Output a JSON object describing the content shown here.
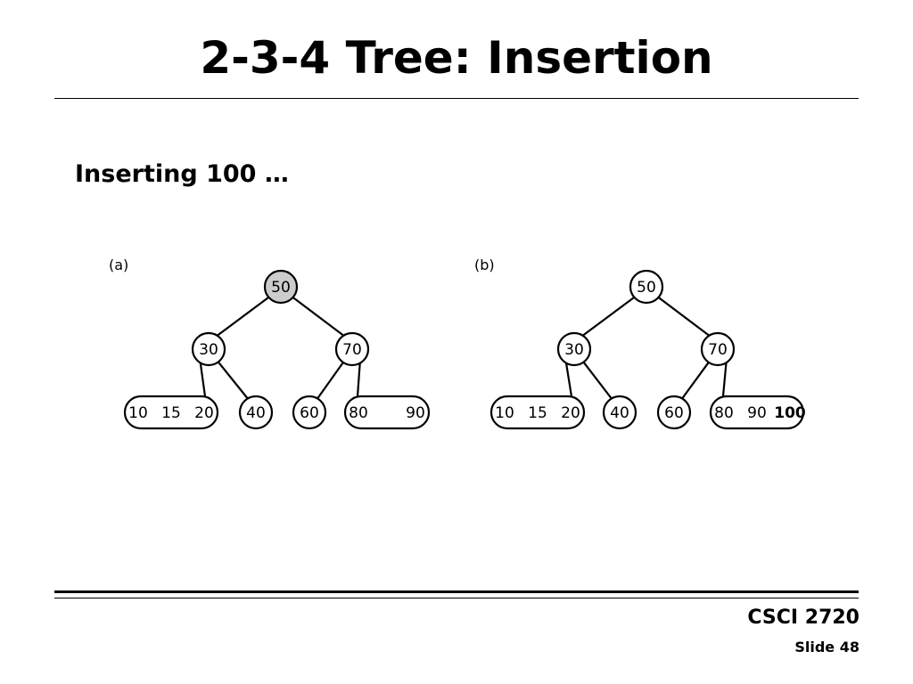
{
  "slide": {
    "title": "2-3-4 Tree: Insertion",
    "subtitle": "Inserting 100 …",
    "footer": {
      "course": "CSCI 2720",
      "slide_number": "Slide 48"
    }
  },
  "diagram": {
    "colors": {
      "stroke": "#000000",
      "highlight_fill": "#cccccc",
      "node_fill": "#ffffff"
    },
    "panels": [
      {
        "label": "(a)",
        "nodes": [
          {
            "id": "root",
            "keys": [
              "50"
            ],
            "highlighted": true,
            "bold_keys": []
          },
          {
            "id": "left",
            "keys": [
              "30"
            ],
            "highlighted": false,
            "bold_keys": []
          },
          {
            "id": "right",
            "keys": [
              "70"
            ],
            "highlighted": false,
            "bold_keys": []
          },
          {
            "id": "ll",
            "keys": [
              "10",
              "15",
              "20"
            ],
            "highlighted": false,
            "bold_keys": []
          },
          {
            "id": "lr",
            "keys": [
              "40"
            ],
            "highlighted": false,
            "bold_keys": []
          },
          {
            "id": "rl",
            "keys": [
              "60"
            ],
            "highlighted": false,
            "bold_keys": []
          },
          {
            "id": "rr",
            "keys": [
              "80",
              "90"
            ],
            "highlighted": false,
            "bold_keys": []
          }
        ],
        "edges": [
          [
            "root",
            "left"
          ],
          [
            "root",
            "right"
          ],
          [
            "left",
            "ll"
          ],
          [
            "left",
            "lr"
          ],
          [
            "right",
            "rl"
          ],
          [
            "right",
            "rr"
          ]
        ]
      },
      {
        "label": "(b)",
        "nodes": [
          {
            "id": "root",
            "keys": [
              "50"
            ],
            "highlighted": false,
            "bold_keys": []
          },
          {
            "id": "left",
            "keys": [
              "30"
            ],
            "highlighted": false,
            "bold_keys": []
          },
          {
            "id": "right",
            "keys": [
              "70"
            ],
            "highlighted": false,
            "bold_keys": []
          },
          {
            "id": "ll",
            "keys": [
              "10",
              "15",
              "20"
            ],
            "highlighted": false,
            "bold_keys": []
          },
          {
            "id": "lr",
            "keys": [
              "40"
            ],
            "highlighted": false,
            "bold_keys": []
          },
          {
            "id": "rl",
            "keys": [
              "60"
            ],
            "highlighted": false,
            "bold_keys": []
          },
          {
            "id": "rr",
            "keys": [
              "80",
              "90",
              "100"
            ],
            "highlighted": false,
            "bold_keys": [
              "100"
            ]
          }
        ],
        "edges": [
          [
            "root",
            "left"
          ],
          [
            "root",
            "right"
          ],
          [
            "left",
            "ll"
          ],
          [
            "left",
            "lr"
          ],
          [
            "right",
            "rl"
          ],
          [
            "right",
            "rr"
          ]
        ]
      }
    ]
  }
}
